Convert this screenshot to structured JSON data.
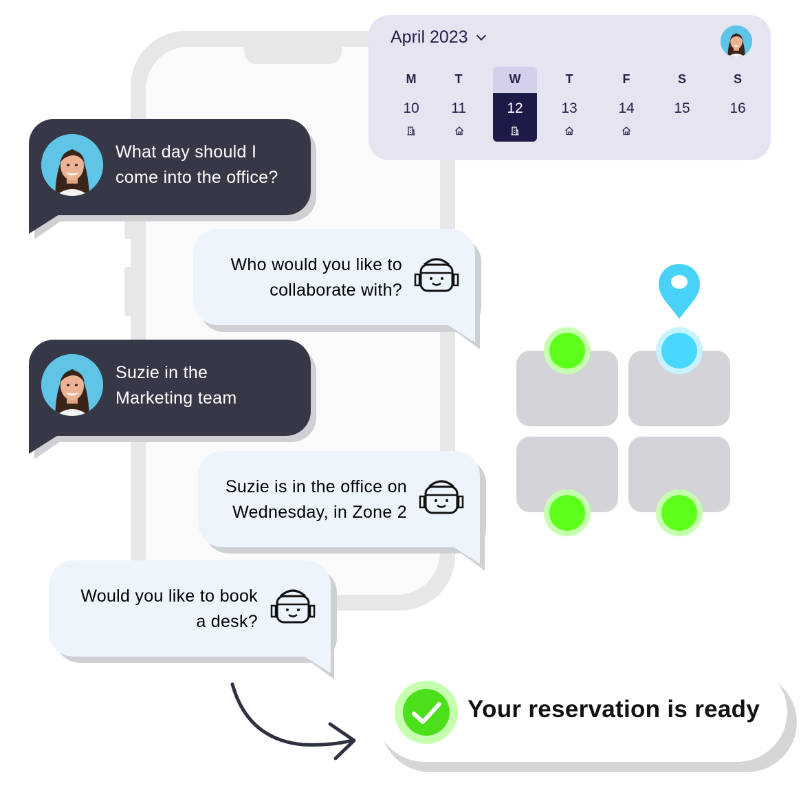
{
  "calendar": {
    "month_label": "April 2023",
    "days": [
      {
        "letter": "M",
        "number": "10",
        "location_icon": "office-building-icon",
        "selected": false
      },
      {
        "letter": "T",
        "number": "11",
        "location_icon": "home-icon",
        "selected": false
      },
      {
        "letter": "W",
        "number": "12",
        "location_icon": "office-building-icon",
        "selected": true
      },
      {
        "letter": "T",
        "number": "13",
        "location_icon": "home-icon",
        "selected": false
      },
      {
        "letter": "F",
        "number": "14",
        "location_icon": "home-icon",
        "selected": false
      },
      {
        "letter": "S",
        "number": "15",
        "location_icon": "",
        "selected": false
      },
      {
        "letter": "S",
        "number": "16",
        "location_icon": "",
        "selected": false
      }
    ]
  },
  "chat": {
    "messages": [
      {
        "sender": "user",
        "lines": [
          "What day should I",
          "come into the office?"
        ]
      },
      {
        "sender": "bot",
        "lines": [
          "Who would you like to",
          "collaborate with?"
        ]
      },
      {
        "sender": "user",
        "lines": [
          "Suzie in the",
          "Marketing team"
        ]
      },
      {
        "sender": "bot",
        "lines": [
          "Suzie is in the office on",
          "Wednesday, in Zone 2"
        ]
      },
      {
        "sender": "bot",
        "lines": [
          "Would you like to book",
          "a desk?"
        ]
      }
    ]
  },
  "desk_map": {
    "seats": [
      {
        "status": "available",
        "color": "#5cff1a"
      },
      {
        "status": "selected",
        "color": "#48d8ff"
      },
      {
        "status": "available",
        "color": "#5cff1a"
      },
      {
        "status": "available",
        "color": "#5cff1a"
      }
    ],
    "pin_color": "#48d2f7"
  },
  "reservation": {
    "message": "Your reservation is ready",
    "check_color": "#4ce01c"
  }
}
